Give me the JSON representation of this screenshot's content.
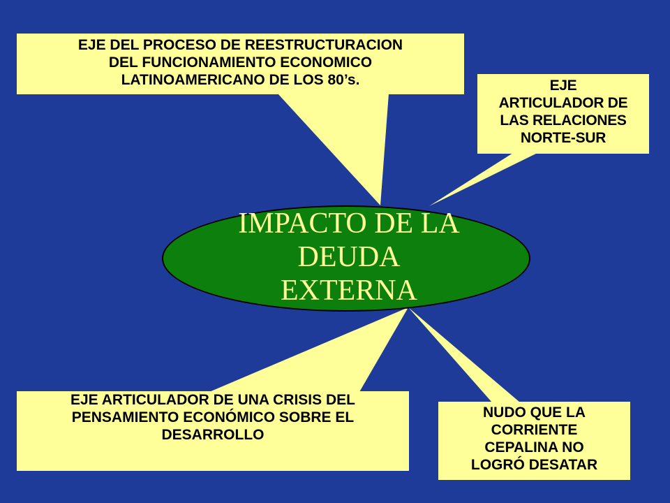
{
  "colors": {
    "background": "#1f3b9a",
    "callout_fill": "#ffff99",
    "ellipse_fill": "#0c7f0c",
    "center_text": "#ffff99",
    "callout_text": "#000000"
  },
  "center": {
    "title": "IMPACTO DE LA\nDEUDA\nEXTERNA"
  },
  "callouts": {
    "top": "EJE DEL PROCESO DE REESTRUCTURACION\nDEL FUNCIONAMIENTO ECONOMICO\nLATINOAMERICANO DE LOS 80’s.",
    "right": "EJE\nARTICULADOR DE\nLAS RELACIONES\nNORTE-SUR",
    "bottom_left": "EJE ARTICULADOR DE UNA CRISIS DEL\nPENSAMIENTO ECONÓMICO SOBRE EL\nDESARROLLO",
    "bottom_right": "NUDO QUE LA\nCORRIENTE\nCEPALINA NO\nLOGRÓ DESATAR"
  }
}
